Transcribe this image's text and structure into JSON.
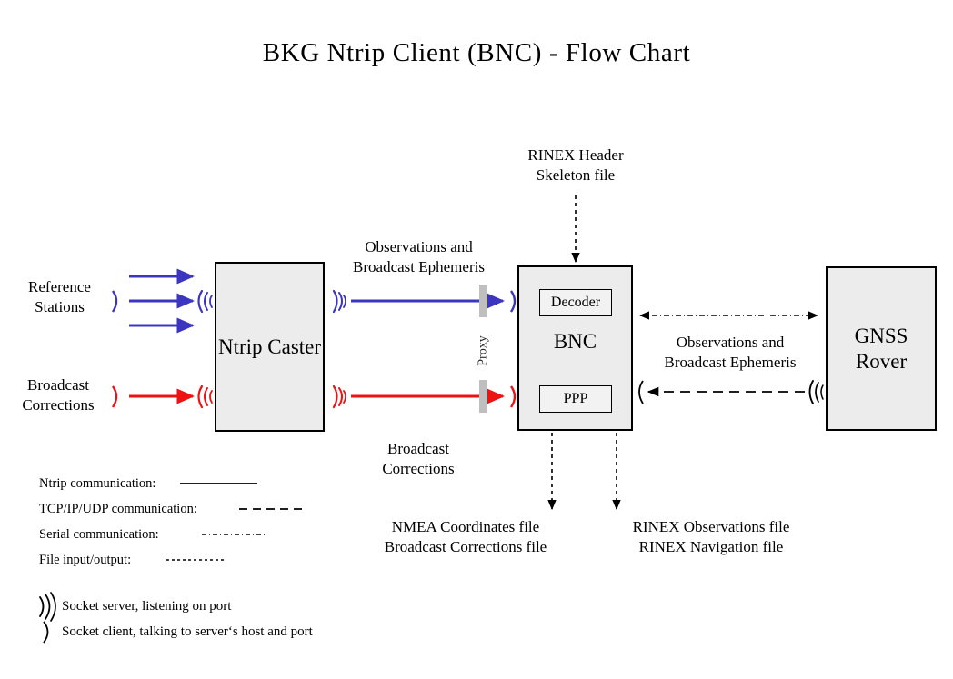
{
  "title": "BKG Ntrip Client (BNC)  -  Flow Chart",
  "nodes": {
    "ntrip_caster": "Ntrip\nCaster",
    "bnc": "BNC",
    "decoder": "Decoder",
    "ppp": "PPP",
    "gnss_rover": "GNSS\nRover",
    "proxy": "Proxy"
  },
  "labels": {
    "reference_stations": "Reference\nStations",
    "broadcast_corrections_in": "Broadcast\nCorrections",
    "observations_ephemeris_left": "Observations and\nBroadcast Ephemeris",
    "broadcast_corrections_mid": "Broadcast\nCorrections",
    "rinex_header_skeleton": "RINEX Header\nSkeleton file",
    "observations_ephemeris_right": "Observations and\nBroadcast Ephemeris",
    "nmea_output": "NMEA Coordinates file\nBroadcast Corrections file",
    "rinex_output": "RINEX Observations file\nRINEX Navigation file"
  },
  "legend": {
    "lines": [
      {
        "text": "Ntrip communication:",
        "style": "solid"
      },
      {
        "text": "TCP/IP/UDP communication:",
        "style": "dashed"
      },
      {
        "text": "Serial communication:",
        "style": "dashdot"
      },
      {
        "text": "File input/output:",
        "style": "dotted"
      }
    ],
    "keys": [
      {
        "icon": "socket-server-wave-icon",
        "text": "Socket server, listening on port"
      },
      {
        "icon": "socket-client-arc-icon",
        "text": "Socket client, talking to server‘s host and port"
      }
    ]
  },
  "colors": {
    "observations_blue": "#3b35c0",
    "corrections_red": "#ee1212",
    "node_fill": "#ececec",
    "proxy_gray": "#bfbfbf",
    "stroke_black": "#000000"
  }
}
